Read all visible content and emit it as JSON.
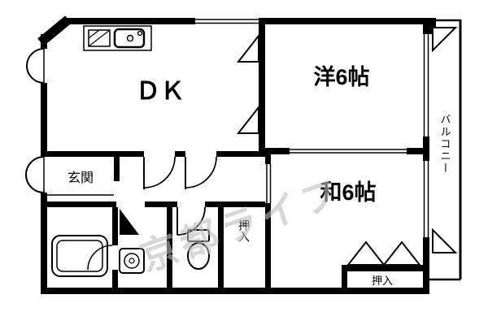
{
  "labels": {
    "dk": "ＤＫ",
    "western_room": "洋6帖",
    "japanese_room": "和6帖",
    "entrance": "玄関",
    "closet_middle": "押入",
    "closet_bottom": "押入",
    "balcony": "バルコニー"
  },
  "watermark": "京都ライフ",
  "colors": {
    "wall": "#000000",
    "floor": "#ffffff",
    "watermark": "#bdbdbd"
  },
  "icons": {
    "kitchen": [
      "stove-icon",
      "sink-icon"
    ],
    "bathroom": "bathtub-icon",
    "laundry": "washing-machine-icon",
    "toilet": "toilet-icon",
    "doors": [
      "door-swing-arc",
      "door-triangle",
      "closet-zigzag-doors"
    ]
  }
}
